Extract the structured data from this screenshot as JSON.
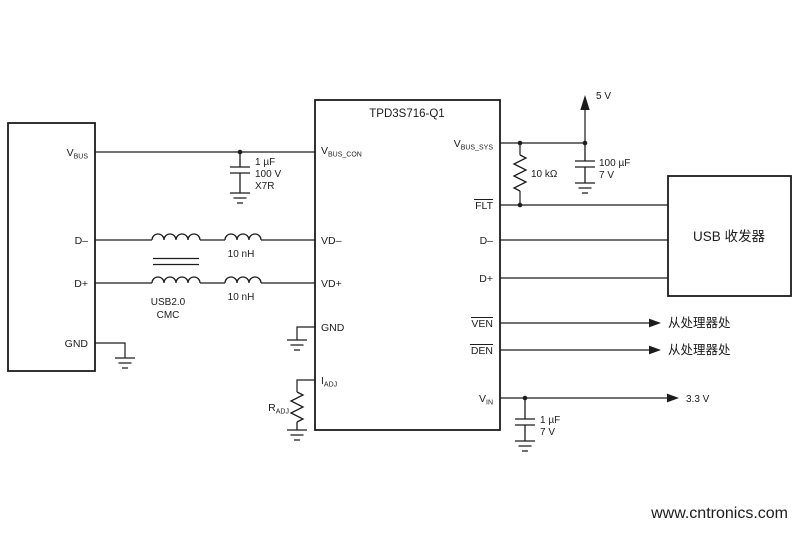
{
  "watermark": {
    "text": "www.cntronics.com",
    "color": "#8dc63f"
  },
  "power": {
    "v5": "5 V",
    "v33": "3.3 V"
  },
  "usb_connector": {
    "pins": {
      "vbus": {
        "main": "V",
        "sub": "BUS"
      },
      "dminus": "D–",
      "dplus": "D+",
      "gnd": "GND"
    }
  },
  "ic": {
    "title": "TPD3S716-Q1",
    "left_pins": {
      "vbus_con": {
        "main": "V",
        "sub": "BUS_CON"
      },
      "vdminus": "VD–",
      "vdplus": "VD+",
      "gnd": "GND",
      "iadj": {
        "main": "I",
        "sub": "ADJ"
      }
    },
    "right_pins": {
      "vbus_sys": {
        "main": "V",
        "sub": "BUS_SYS"
      },
      "flt": "FLT",
      "dminus": "D–",
      "dplus": "D+",
      "ven": "VEN",
      "den": "DEN",
      "vin": {
        "main": "V",
        "sub": "IN"
      }
    }
  },
  "transceiver": {
    "label": "USB 收发器"
  },
  "components": {
    "input_cap": {
      "value": "1 µF",
      "rating": "100 V",
      "dielectric": "X7R"
    },
    "cmc": {
      "line1": "USB2.0",
      "line2": "CMC"
    },
    "ind_dminus": "10 nH",
    "ind_dplus": "10 nH",
    "pullup": "10 kΩ",
    "sys_cap": {
      "value": "100 µF",
      "rating": "7 V"
    },
    "radj": {
      "main": "R",
      "sub": "ADJ"
    },
    "vin_cap": {
      "value": "1 µF",
      "rating": "7 V"
    }
  },
  "annotations": {
    "from_processor_1": "从处理器处",
    "from_processor_2": "从处理器处"
  }
}
